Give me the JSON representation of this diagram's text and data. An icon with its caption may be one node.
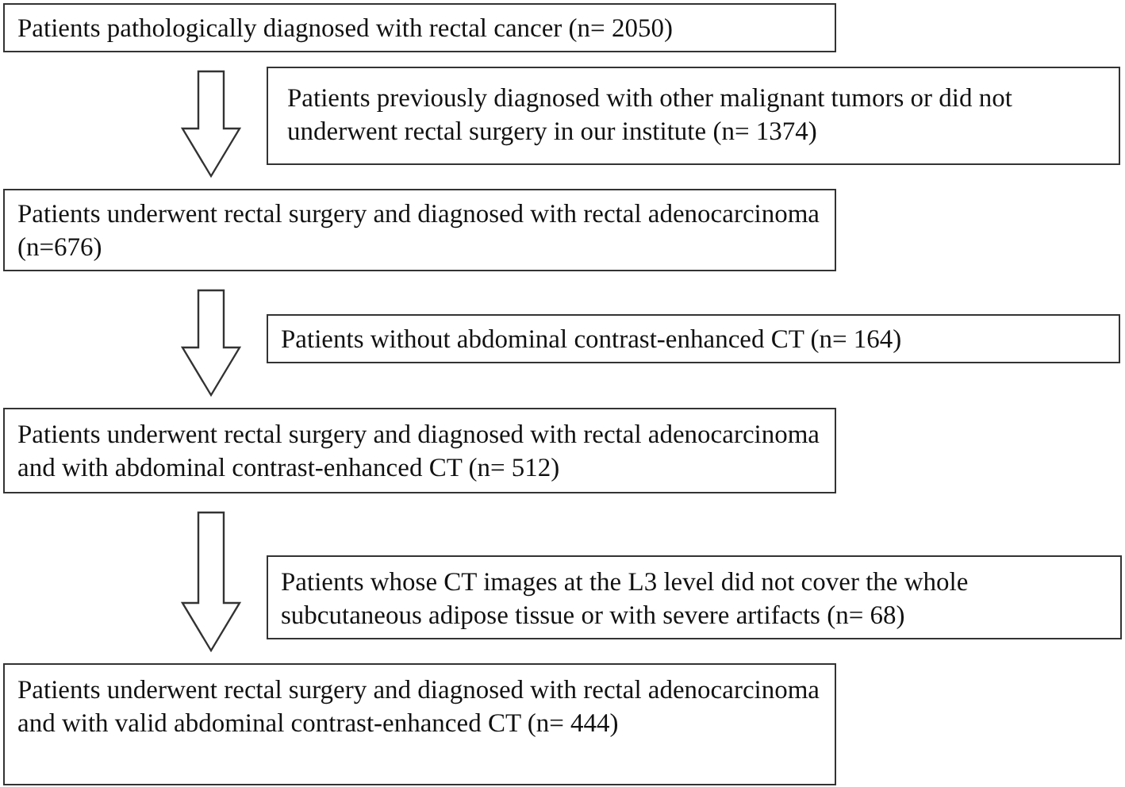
{
  "diagram": {
    "nodes": [
      {
        "text": [
          "Patients pathologically diagnosed with rectal cancer (n= 2050)"
        ]
      },
      {
        "text": [
          "Patients previously diagnosed with other malignant tumors or did not underwent rectal surgery in our institute (n= 1374)"
        ]
      },
      {
        "text": [
          "Patients underwent rectal surgery and diagnosed with rectal adenocarcinoma (n=676)"
        ]
      },
      {
        "text": [
          "Patients without abdominal contrast-enhanced CT (n= 164)"
        ]
      },
      {
        "text": [
          "Patients underwent rectal surgery and diagnosed with rectal adenocarcinoma and with abdominal contrast-enhanced CT (n= 512)"
        ]
      },
      {
        "text": [
          "Patients whose CT images at the L3 level did not cover the whole subcutaneous adipose tissue or with severe artifacts (n= 68)"
        ]
      },
      {
        "text": [
          "Patients underwent rectal surgery and diagnosed with rectal adenocarcinoma and with valid abdominal contrast-enhanced CT (n= 444)"
        ]
      }
    ],
    "edges": [
      {
        "from": 0,
        "to": 2,
        "arrow": "to"
      },
      {
        "from": 2,
        "to": 4,
        "arrow": "to"
      },
      {
        "from": 4,
        "to": 6,
        "arrow": "to"
      }
    ]
  }
}
